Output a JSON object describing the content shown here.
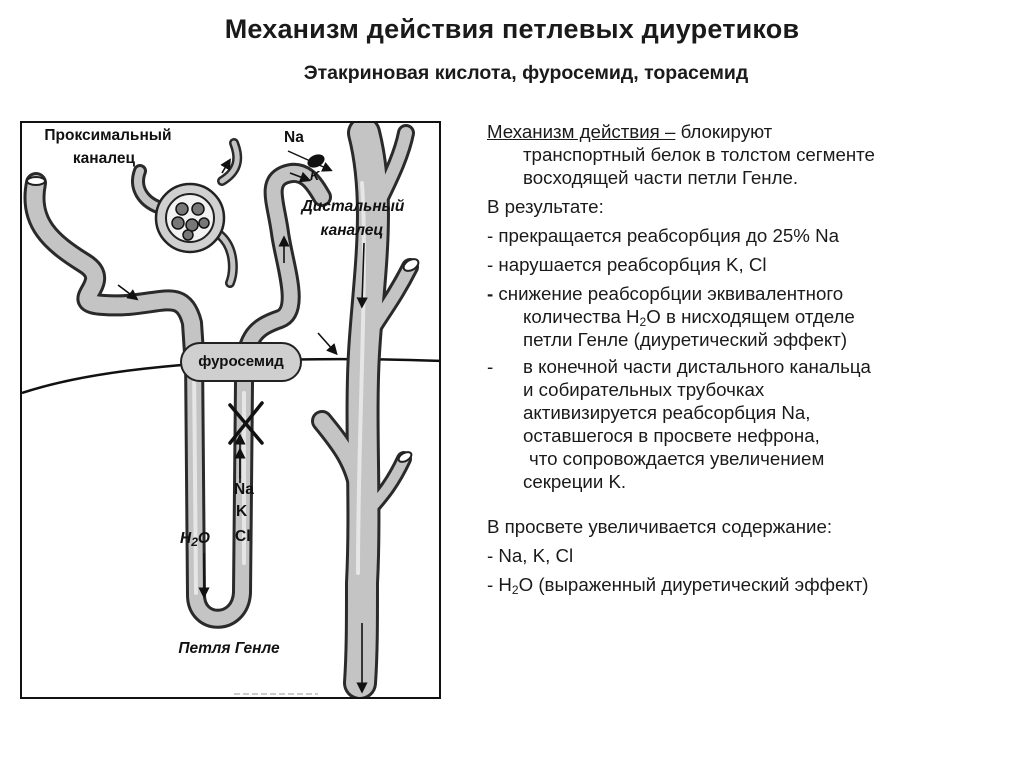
{
  "title": "Механизм действия петлевых диуретиков",
  "subtitle": "Этакриновая кислота, фуросемид, торасемид",
  "diagram": {
    "labels": {
      "proximal_1": "Проксимальный",
      "proximal_2": "каналец",
      "na_top": "Na",
      "k_top": "K",
      "distal_1": "Дистальный",
      "distal_2": "каналец",
      "drug": "фуросемид",
      "na_mid": "Na",
      "k_mid": "K",
      "cl_mid": "Cl",
      "h2o_main": "H",
      "h2o_sub": "2",
      "h2o_tail": "O",
      "loop": "Петля Генле"
    }
  },
  "text": {
    "mech_head": "Механизм действия –",
    "mech_rest_1": " блокируют",
    "mech_rest_2": "транспортный белок в толстом сегменте",
    "mech_rest_3": "восходящей части петли Генле.",
    "result_head": "В результате:",
    "r1": "- прекращается реабсорбция до 25% Na",
    "r2": "- нарушается реабсорбция K, Cl",
    "r3_dash": "-",
    "r3_1": " снижение реабсорбции эквивалентного",
    "r3_2a": "количества H",
    "r3_2sub": "2",
    "r3_2b": "O в нисходящем отделе",
    "r3_3": "петли Генле (диуретический эффект)",
    "r4_dash": "-",
    "r4_1": "в конечной части дистального канальца",
    "r4_2": "и собирательных трубочках",
    "r4_3": "активизируется реабсорбция Na,",
    "r4_4": "оставшегося в просвете нефрона,",
    "r4_5": "что сопровождается увеличением",
    "r4_6": "секреции K.",
    "lumen_head": "В просвете увеличивается содержание:",
    "l1": "- Na, K, Cl",
    "l2a": "- H",
    "l2sub": "2",
    "l2b": "O (выраженный диуретический эффект)"
  },
  "colors": {
    "tube_fill": "#c4c4c4",
    "tube_edge": "#333333",
    "pill_fill": "#cfcfcf"
  }
}
